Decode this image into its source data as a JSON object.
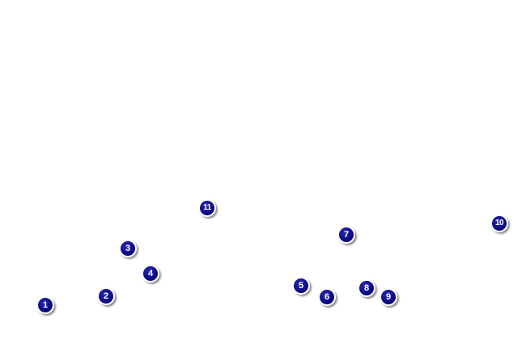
{
  "colors": {
    "marker_fill": "#0a0a82",
    "marker_ring": "#ffffff",
    "background": "#ffffff"
  },
  "markers": [
    {
      "label": "1"
    },
    {
      "label": "2"
    },
    {
      "label": "3"
    },
    {
      "label": "4"
    },
    {
      "label": "5"
    },
    {
      "label": "6"
    },
    {
      "label": "7"
    },
    {
      "label": "8"
    },
    {
      "label": "9"
    },
    {
      "label": "10"
    },
    {
      "label": "11"
    }
  ]
}
